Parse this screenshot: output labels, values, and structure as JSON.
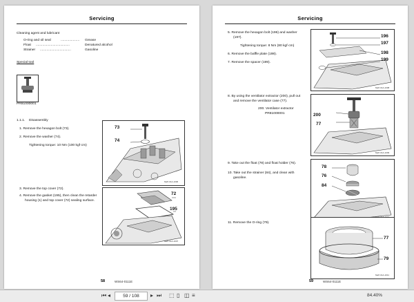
{
  "left": {
    "header": "Servicing",
    "cleaning_heading": "Cleaning agent and lubricant",
    "lubricants": [
      {
        "item": "O-ring and oil seal",
        "dots": "....................",
        "agent": "Grease"
      },
      {
        "item": "Float",
        "dots": "....................................",
        "agent": "Denatured alcohol"
      },
      {
        "item": "Strainer",
        "dots": ".................................",
        "agent": "Gasoline"
      }
    ],
    "special_tool_heading": "Special tool",
    "tool_code": "PR81000001",
    "section": "1.1.1.",
    "section_title": "Disassembly",
    "steps": [
      "1. Remove the hexagon bolt (73).",
      "2. Remove the washer (74).",
      "Tightening torque: 10 Nm (100 kgf·cm)",
      "3. Remove the top cover (72).",
      "4. Remove the gasket (195), then clean the retarder",
      "housing (1) and top cover (72) sealing surface."
    ],
    "callouts": [
      "73",
      "74",
      "72",
      "195"
    ],
    "captions": [
      "MeP-01A-1006",
      "MeP-01A-1007"
    ],
    "page_num": "58",
    "doc_code": "WS64-0111E"
  },
  "right": {
    "header": "Servicing",
    "steps": [
      "5. Remove the hexagon bolt (196) and washer",
      "(197).",
      "Tightening torque: 8 Nm (80 kgf·cm)",
      "6. Remove the baffle plate (198).",
      "7. Remove the spacer (199).",
      "8. By using the ventilator extractor (200), pull out",
      "and remove the ventilator case (77).",
      "200. Ventilator extractor",
      "PR81000001",
      "9. Take out the float (78) and float holder (76).",
      "10. Take out the strainer (84), and clean with",
      "gasoline.",
      "11. Remove the O-ring (79)."
    ],
    "callouts": [
      "196",
      "197",
      "198",
      "199",
      "200",
      "77",
      "78",
      "76",
      "84",
      "77",
      "79"
    ],
    "captions": [
      "MeP-01A-1008",
      "MeP-01A-1009",
      "MeP-01A-1010",
      "MeP-01A-1011"
    ],
    "page_num": "59",
    "doc_code": "WS64-0111E"
  },
  "toolbar": {
    "page_indicator": "59 / 108",
    "zoom": "84.40%",
    "icons": [
      "first-page-icon",
      "prev-page-icon",
      "next-page-icon",
      "last-page-icon",
      "fit-page-icon",
      "single-page-icon",
      "two-page-icon",
      "scroll-icon"
    ]
  }
}
